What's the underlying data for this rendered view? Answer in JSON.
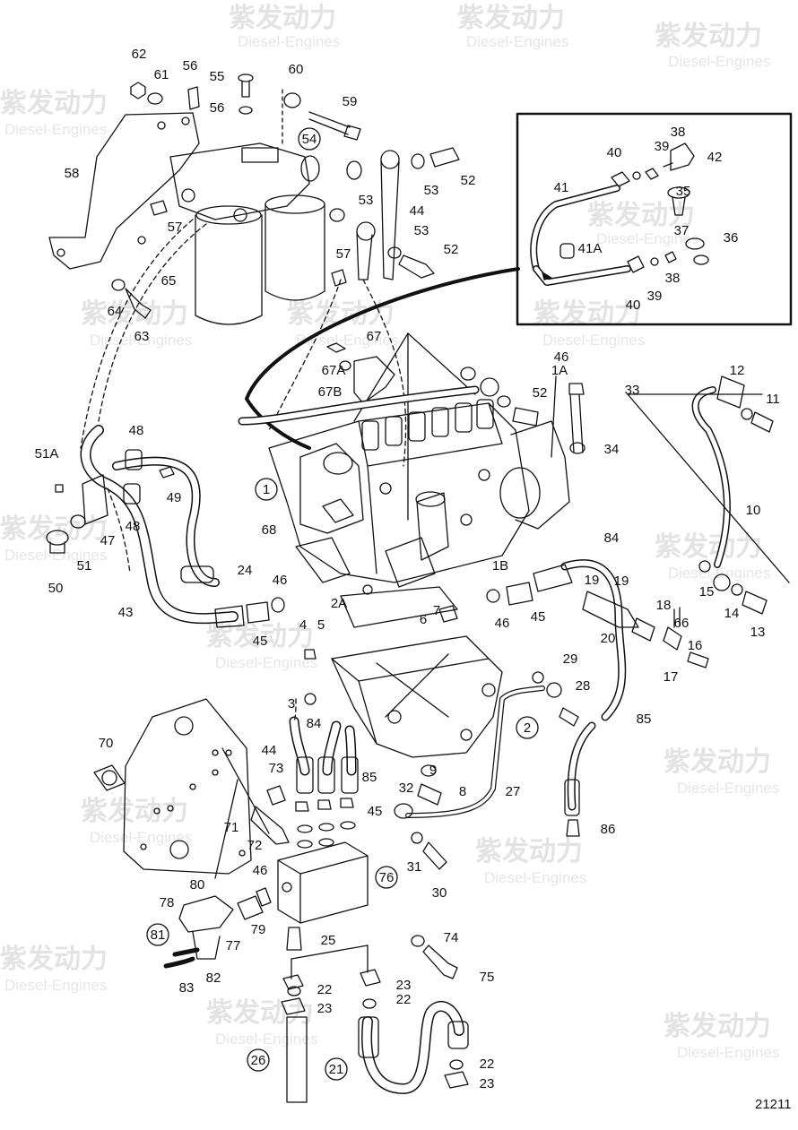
{
  "diagram_id": "21211",
  "watermark": {
    "cn": "紫发动力",
    "en": "Diesel-Engines"
  },
  "labels": [
    "62",
    "61",
    "56",
    "55",
    "60",
    "59",
    "56",
    "54",
    "58",
    "57",
    "65",
    "57",
    "53",
    "53",
    "52",
    "44",
    "53",
    "52",
    "64",
    "63",
    "38",
    "40",
    "39",
    "42",
    "41",
    "35",
    "37",
    "36",
    "41A",
    "38",
    "40",
    "39",
    "67",
    "67A",
    "67B",
    "46",
    "1A",
    "33",
    "12",
    "11",
    "52",
    "34",
    "48",
    "51A",
    "49",
    "1",
    "68",
    "10",
    "48",
    "47",
    "51",
    "50",
    "84",
    "1B",
    "19",
    "24",
    "46",
    "15",
    "14",
    "13",
    "19",
    "18",
    "66",
    "16",
    "17",
    "46",
    "45",
    "43",
    "45",
    "2A",
    "7",
    "6",
    "20",
    "4",
    "5",
    "29",
    "3",
    "28",
    "85",
    "84",
    "44",
    "2",
    "73",
    "85",
    "9",
    "8",
    "32",
    "27",
    "70",
    "71",
    "72",
    "45",
    "86",
    "46",
    "76",
    "31",
    "30",
    "80",
    "78",
    "79",
    "77",
    "25",
    "74",
    "81",
    "83",
    "82",
    "75",
    "22",
    "23",
    "23",
    "22",
    "26",
    "21",
    "22",
    "23"
  ]
}
